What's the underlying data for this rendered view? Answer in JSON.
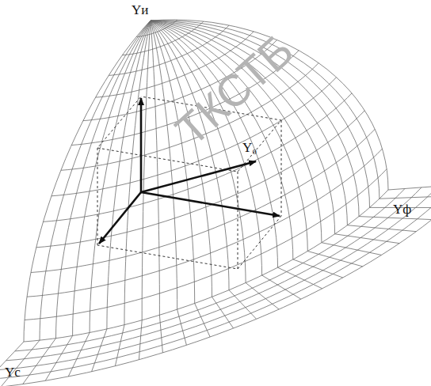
{
  "diagram": {
    "labels": [
      "ТКСТБ",
      "Yи",
      "Y₀",
      "Yф",
      "Yс"
    ]
  }
}
